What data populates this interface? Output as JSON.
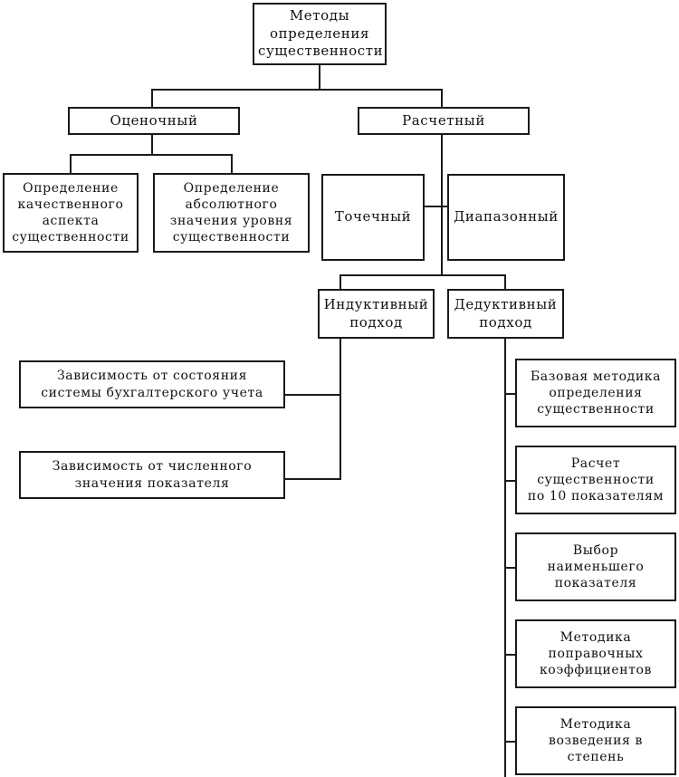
{
  "diagram": {
    "title": "Методы определения существенности",
    "language": "ru",
    "type": "tree-hierarchy",
    "nodes": {
      "root": "Методы\nопределения\nсущественности",
      "level2_left": "Оценочный",
      "level2_right": "Расчетный",
      "qual_aspect": "Определение\nкачественного\nаспекта\nсущественности",
      "abs_value": "Определение\nабсолютного\nзначения уровня\nсущественности",
      "point_method": "Точечный",
      "range_method": "Диапазонный",
      "inductive": "Индуктивный\nподход",
      "deductive": "Дедуктивный\nподход",
      "dep_accounting_state": "Зависимость от состояния\nсистемы бухгалтерского учета",
      "dep_numeric_value": "Зависимость от численного\nзначения показателя",
      "base_method": "Базовая методика\nопределения\nсущественности",
      "calc_10_indicators": "Расчет\nсущественности\nпо 10 показателям",
      "min_indicator": "Выбор\nнаименьшего\nпоказателя",
      "correction_coef": "Методика\nпоправочных\nкоэффициентов",
      "power_raising": "Методика\nвозведения в\nстепень"
    },
    "colors": {
      "line": "#1a1a1a",
      "box_fill": "#ffffff",
      "text": "#111111",
      "background": "#ffffff"
    }
  }
}
